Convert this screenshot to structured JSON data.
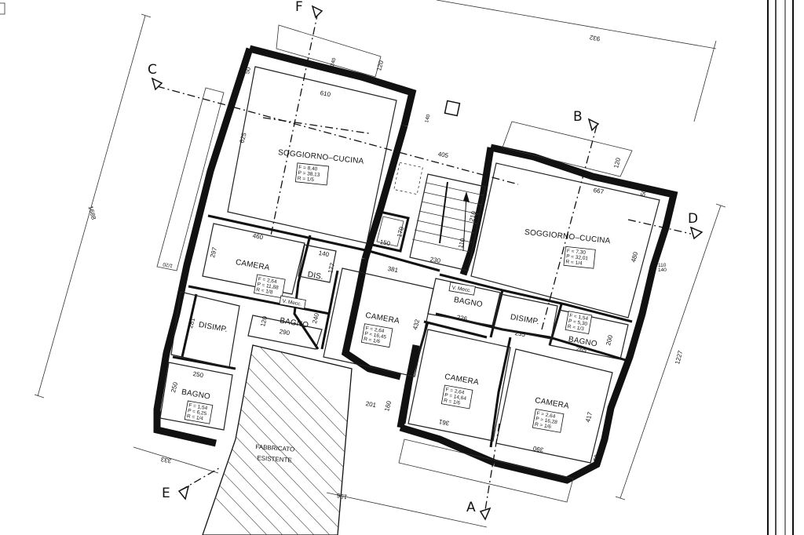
{
  "rooms": [
    {
      "id": "soggiorno1",
      "name": "SOGGIORNO–CUCINA",
      "F": "F = 8,40",
      "P": "P = 38,13",
      "R": "R =  1/5"
    },
    {
      "id": "soggiorno2",
      "name": "SOGGIORNO–CUCINA",
      "F": "F = 7,30",
      "P": "P = 32,01",
      "R": "R =  1/4"
    },
    {
      "id": "camera1",
      "name": "CAMERA",
      "F": "F = 2,64",
      "P": "P = 11,88",
      "R": "R =  1/8"
    },
    {
      "id": "camera2",
      "name": "CAMERA",
      "F": "F = 2,64",
      "P": "P = 16,45",
      "R": "R =  1/6"
    },
    {
      "id": "camera3",
      "name": "CAMERA",
      "F": "F = 2,64",
      "P": "P = 14,64",
      "R": "R =  1/6"
    },
    {
      "id": "camera4",
      "name": "CAMERA",
      "F": "F = 2,64",
      "P": "P = 16,28",
      "R": "R =  1/6"
    },
    {
      "id": "bagno1",
      "name": "BAGNO",
      "F": "F = 1,54",
      "P": "P = 6,25",
      "R": "R =  1/4"
    },
    {
      "id": "bagno2",
      "name": "BAGNO"
    },
    {
      "id": "bagno3",
      "name": "BAGNO"
    },
    {
      "id": "bagno4",
      "name": "BAGNO",
      "F": "F = 1,54",
      "P": "P = 5,30",
      "R": "R =  1/3"
    },
    {
      "id": "disimp1",
      "name": "DISIMP."
    },
    {
      "id": "disimp2",
      "name": "DISIMP."
    },
    {
      "id": "dis",
      "name": "DIS."
    }
  ],
  "labels": {
    "vmecc": "V. Mecc.",
    "fabbricato_line1": "FABBRICATO",
    "fabbricato_line2": "ESISTENTE"
  },
  "sections": [
    "A",
    "B",
    "C",
    "D",
    "E",
    "F"
  ],
  "dimensions": [
    "610",
    "625",
    "50",
    "120",
    "240",
    "140",
    "405",
    "295",
    "210",
    "667",
    "50",
    "480",
    "120",
    "110",
    "140",
    "297",
    "460",
    "140",
    "177",
    "120",
    "240",
    "290",
    "381",
    "432",
    "226",
    "235",
    "281",
    "250",
    "250",
    "200",
    "265",
    "1227",
    "1688",
    "1/20",
    "201",
    "160",
    "361",
    "417",
    "390",
    "50",
    "196",
    "333",
    "932",
    "170",
    "150",
    "230",
    "110"
  ]
}
